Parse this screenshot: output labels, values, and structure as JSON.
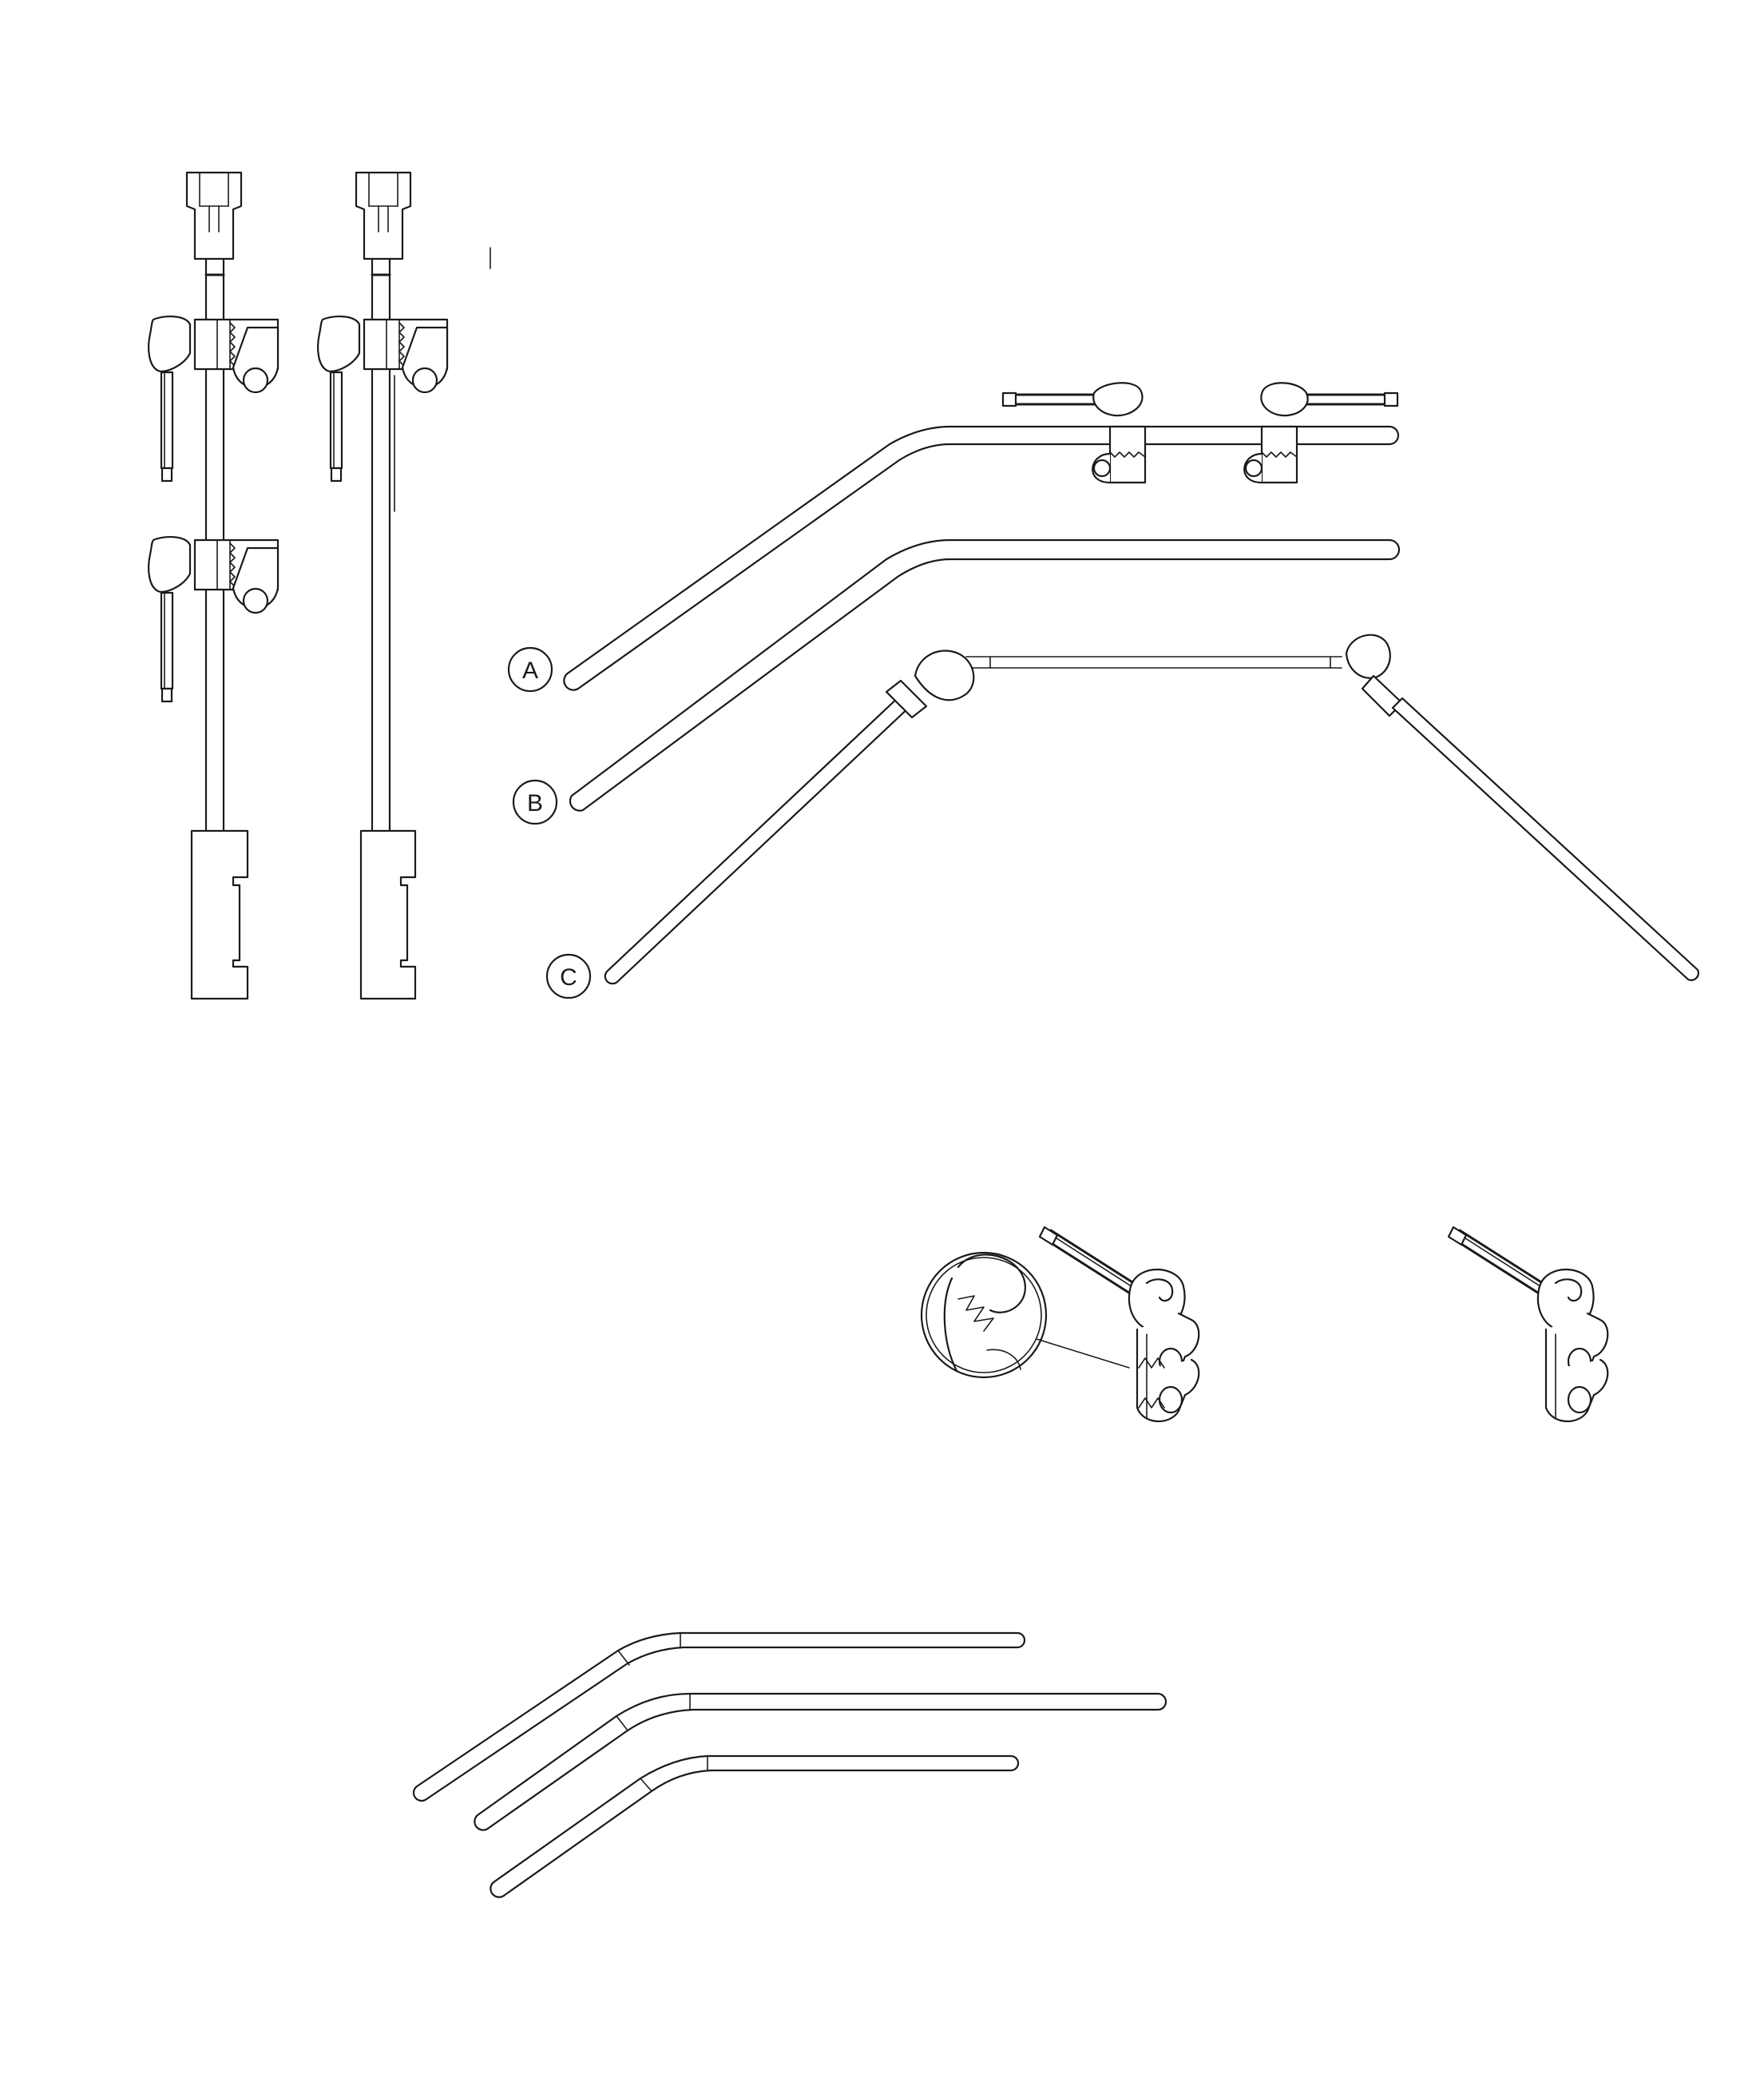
{
  "figure": {
    "callouts": [
      {
        "id": "a",
        "label": "A"
      },
      {
        "id": "b",
        "label": "B"
      },
      {
        "id": "c",
        "label": "C"
      }
    ],
    "colors": {
      "line": "#1a1a1a",
      "background": "#ffffff"
    }
  }
}
